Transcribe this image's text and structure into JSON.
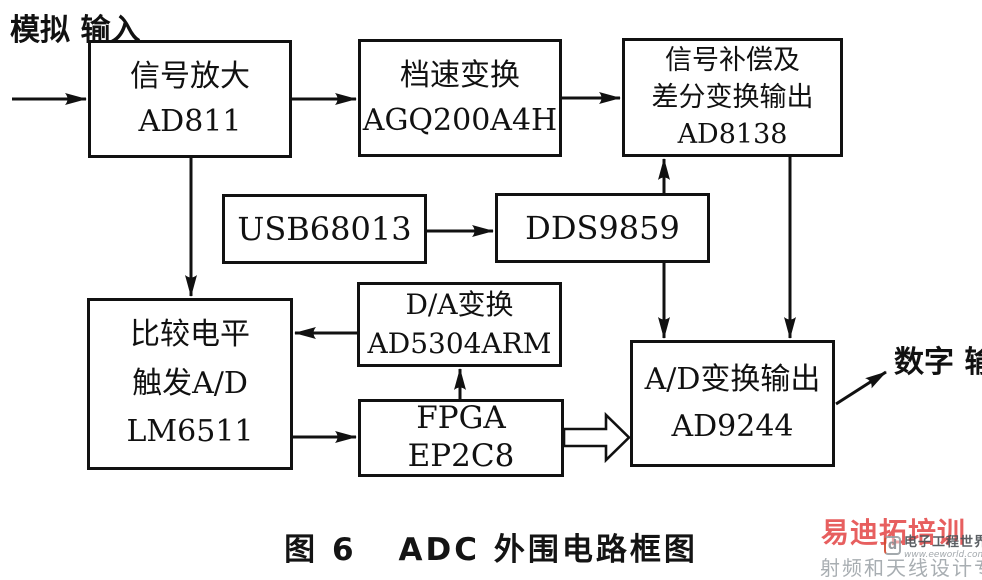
{
  "diagram": {
    "caption": {
      "figure": "图 6",
      "title": "ADC 外围电路框图"
    },
    "labels": {
      "analog_input": [
        "模拟",
        "输入"
      ],
      "digital_output": [
        "数字",
        "输出"
      ]
    },
    "nodes": {
      "amp": {
        "lines": [
          "信号放大",
          "AD811"
        ]
      },
      "speed": {
        "lines": [
          "档速变换",
          "AGQ200A4H"
        ]
      },
      "comp": {
        "lines": [
          "信号补偿及",
          "差分变换输出",
          "AD8138"
        ]
      },
      "usb": {
        "lines": [
          "USB68013"
        ]
      },
      "dds": {
        "lines": [
          "DDS9859"
        ]
      },
      "trigger": {
        "lines": [
          "比较电平",
          "触发A/D",
          "LM6511"
        ]
      },
      "da": {
        "lines": [
          "D/A变换",
          "AD5304ARM"
        ]
      },
      "fpga": {
        "lines": [
          "FPGA",
          "EP2C8"
        ]
      },
      "adc_out": {
        "lines": [
          "A/D变换输出",
          "AD9244"
        ]
      }
    },
    "colors": {
      "line": "#111111",
      "watermark_red": "#e23c3c",
      "watermark_grey": "#9aa0a5",
      "logo_dark_grey": "#4a4f54"
    },
    "watermark": {
      "brand": "易迪拓培训",
      "logo_name": "电子工程世界",
      "logo_url": "www.eeworld.com.cn",
      "logo_letter": "d",
      "tagline": "射频和天线设计专家"
    }
  }
}
